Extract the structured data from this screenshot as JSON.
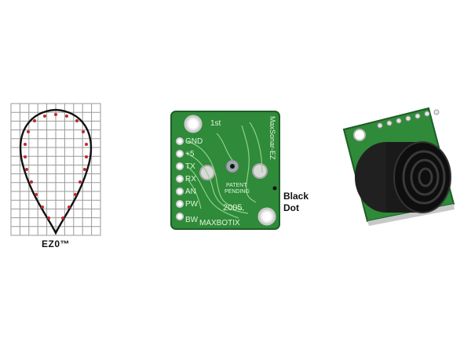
{
  "beam_pattern": {
    "caption": "EZ0™"
  },
  "pcb": {
    "pin_labels": [
      "GND",
      "+5",
      "TX",
      "RX",
      "AN",
      "PW",
      "BW"
    ],
    "silkscreen_top": "1st",
    "silkscreen_side": "MaxSonar-EZ",
    "patent_line1": "PATENT",
    "patent_line2": "PENDING",
    "year": "2005",
    "brand": "MAXBOTIX",
    "board_color": "#2f8a3a"
  },
  "callout": {
    "line1": "Black",
    "line2": "Dot"
  },
  "sensor_photo": {
    "board_color": "#2f8a3a",
    "transducer_color": "#1a1a1a"
  }
}
